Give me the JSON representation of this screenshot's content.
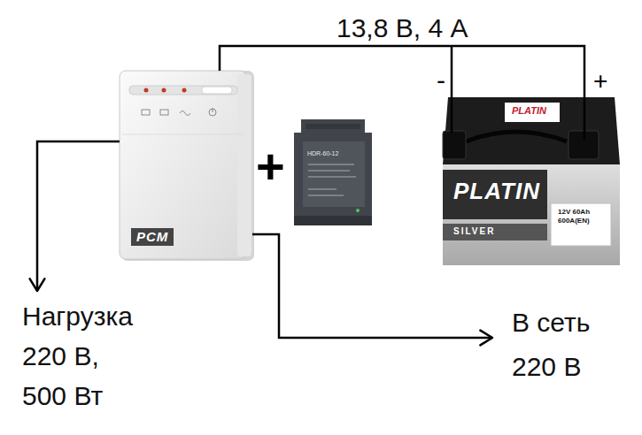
{
  "diagram": {
    "nodes": [
      {
        "text": [
          "PCM"
        ]
      },
      {
        "text": [
          "PLATIN",
          "SILVER",
          "12V 60Ah 600A(EN)"
        ]
      },
      {
        "text": [
          "Нагрузка 220 В, 500 Вт"
        ]
      },
      {
        "text": [
          "В сеть 220 В"
        ]
      }
    ],
    "edges": [
      {
        "from": 0,
        "to": 1,
        "arrow": "none",
        "label": "13,8 В, 4 А"
      },
      {
        "from": 0,
        "to": 2,
        "arrow": "to"
      },
      {
        "from": 0,
        "to": 3,
        "arrow": "to"
      }
    ],
    "labels": [
      "+",
      "HDR-60-12",
      "-",
      "+",
      "PLATIN"
    ]
  }
}
